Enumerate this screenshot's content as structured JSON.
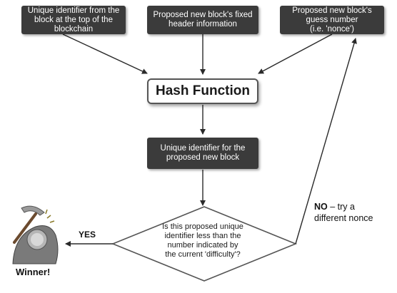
{
  "boxes": {
    "unique_identifier_top": "Unique identifier from the\nblock at the top of the\nblockchain",
    "fixed_header": "Proposed new block's fixed\nheader information",
    "guess_number": "Proposed new block's\nguess number\n(i.e. 'nonce')",
    "hash_function": "Hash Function",
    "proposed_identifier": "Unique identifier for the\nproposed new block"
  },
  "decision": {
    "question": "Is this proposed unique\nidentifier less than the\nnumber indicated by\nthe current 'difficulty'?",
    "yes_label": "YES",
    "no_label_bold": "NO",
    "no_label_rest": " – try a\ndifferent nonce"
  },
  "winner_label": "Winner!",
  "colors": {
    "dark_box": "#3b3b3b",
    "arrow": "#2a2a2a"
  },
  "icons": [
    "pickaxe-icon"
  ]
}
